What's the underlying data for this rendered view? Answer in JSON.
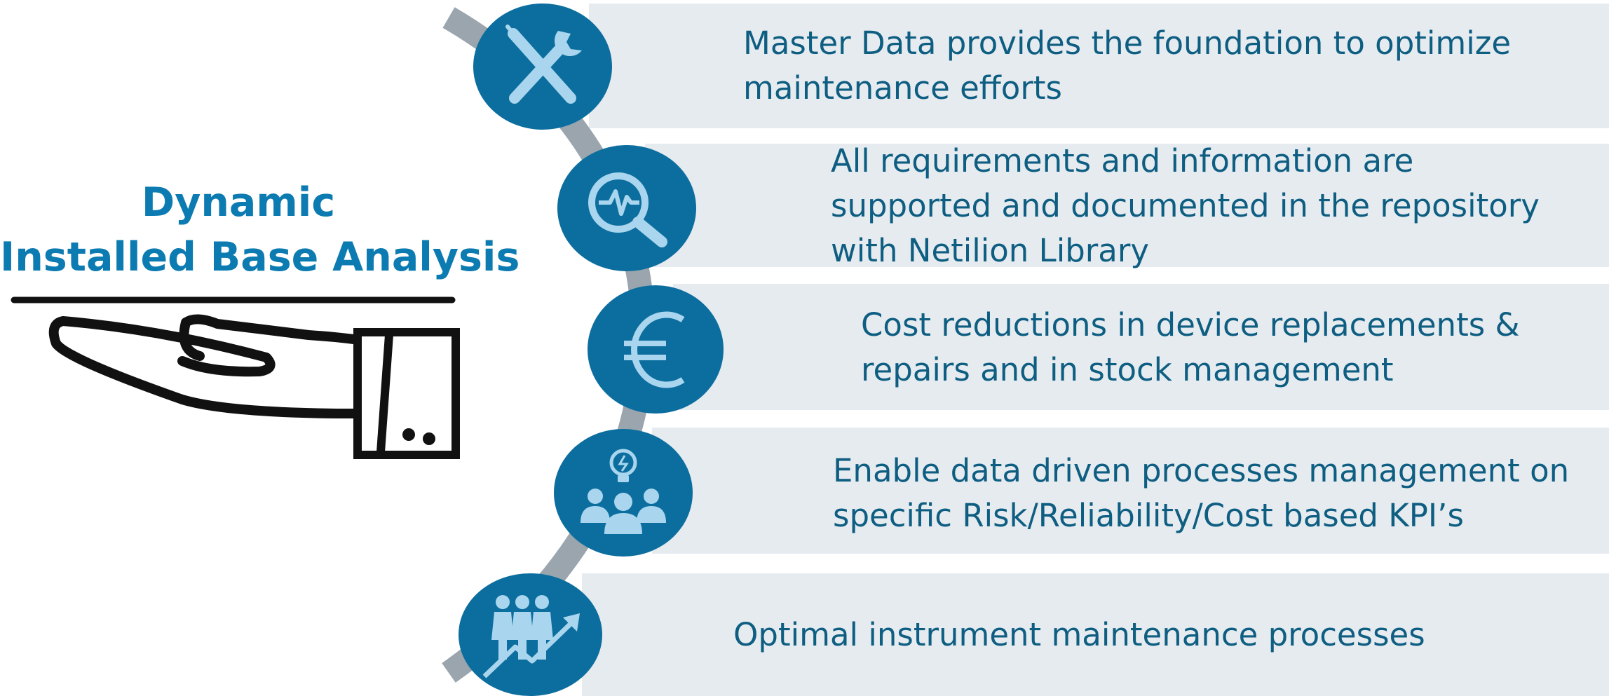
{
  "left": {
    "title_line1": "Dynamic",
    "title_line2": "Installed Base Analysis"
  },
  "rows": [
    {
      "icon": "wrench-screwdriver-icon",
      "lines": [
        "Master Data provides the foundation to optimize",
        "maintenance efforts"
      ]
    },
    {
      "icon": "magnifier-pulse-icon",
      "lines": [
        "All requirements and information are",
        "supported and documented in the repository",
        "with Netilion Library"
      ]
    },
    {
      "icon": "euro-icon",
      "lines": [
        "Cost reductions in device replacements &",
        "repairs and in stock management"
      ]
    },
    {
      "icon": "team-lightbulb-icon",
      "lines": [
        "Enable data driven processes management on",
        "specific Risk/Reliability/Cost based KPI’s"
      ]
    },
    {
      "icon": "team-growth-icon",
      "lines": [
        "Optimal instrument maintenance processes"
      ]
    }
  ],
  "colors": {
    "accent": "#0c6e9e",
    "title": "#0c7bb1",
    "text": "#0e5e82",
    "band": "#e6ebf0",
    "arc": "#9aa5ae",
    "icon": "#a9d6ee"
  }
}
